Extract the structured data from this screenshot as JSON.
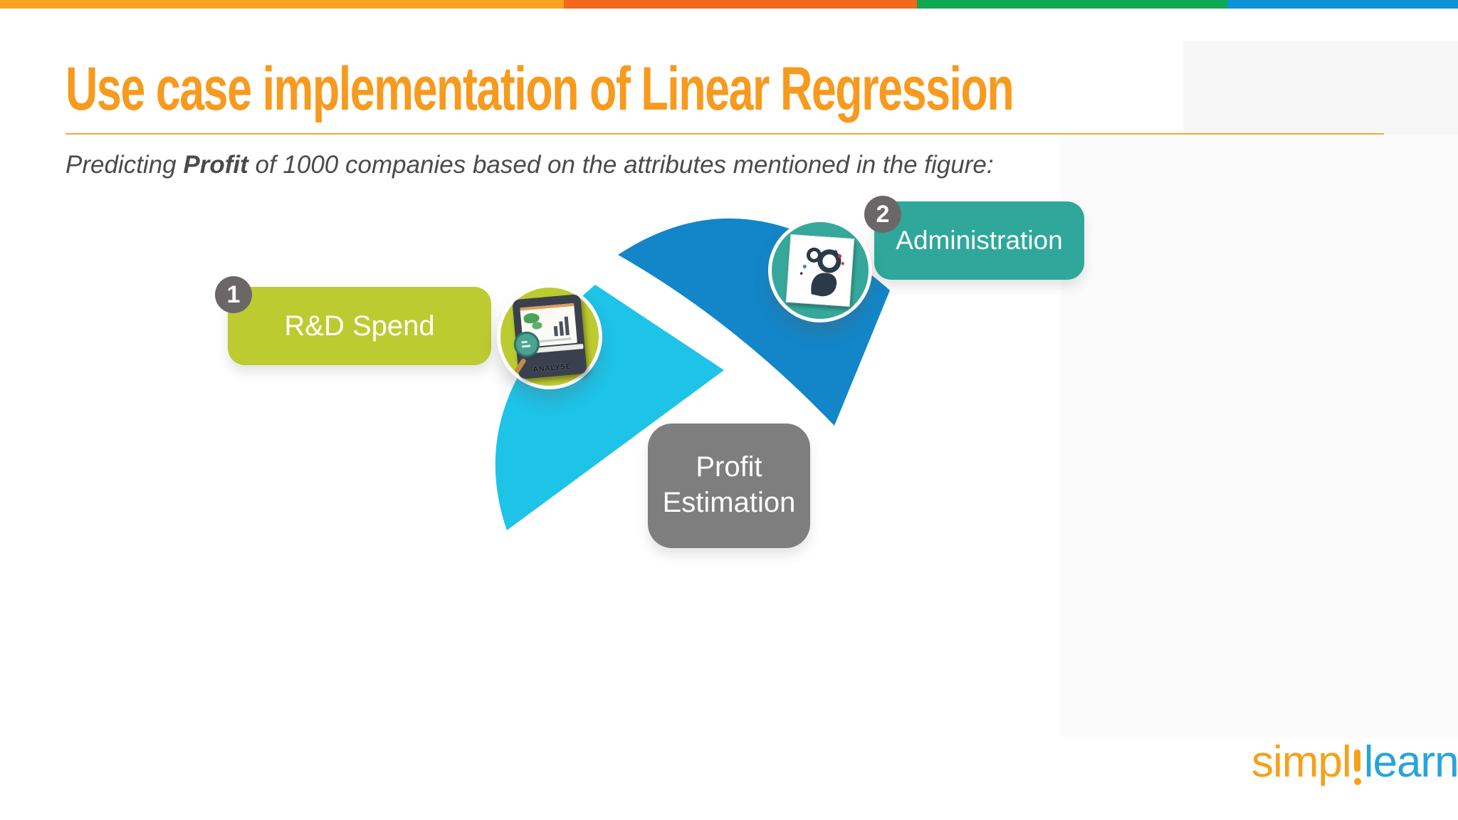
{
  "slide": {
    "title": "Use case implementation of Linear Regression",
    "subtitle": {
      "prefix": "Predicting ",
      "bold": "Profit",
      "suffix": " of 1000 companies based on the attributes mentioned in the figure:"
    }
  },
  "diagram": {
    "steps": [
      {
        "number": "1",
        "label": "R&D Spend"
      },
      {
        "number": "2",
        "label": "Administration"
      }
    ],
    "result": {
      "lines": [
        "Profit",
        "Estimation"
      ]
    },
    "analysis_icon_label": "ANALYSE"
  },
  "logo": {
    "left": "simpl",
    "right": "learn"
  },
  "colors": {
    "topbar-orange": "#F6A41F",
    "topbar-dark-orange": "#F1691F",
    "topbar-green": "#0FA751",
    "topbar-blue": "#0B93D3",
    "title-orange": "#F79A1E",
    "subtitle-gray": "#4A4A4A",
    "lime": "#BCCB2F",
    "teal": "#2FA79B",
    "cyan-wedge": "#1EC3E8",
    "blue-wedge": "#1286C8",
    "result-gray": "#7E7E7E",
    "badge-gray": "#6B6667",
    "logo-orange": "#F7A01B",
    "logo-blue": "#27A4DC"
  }
}
